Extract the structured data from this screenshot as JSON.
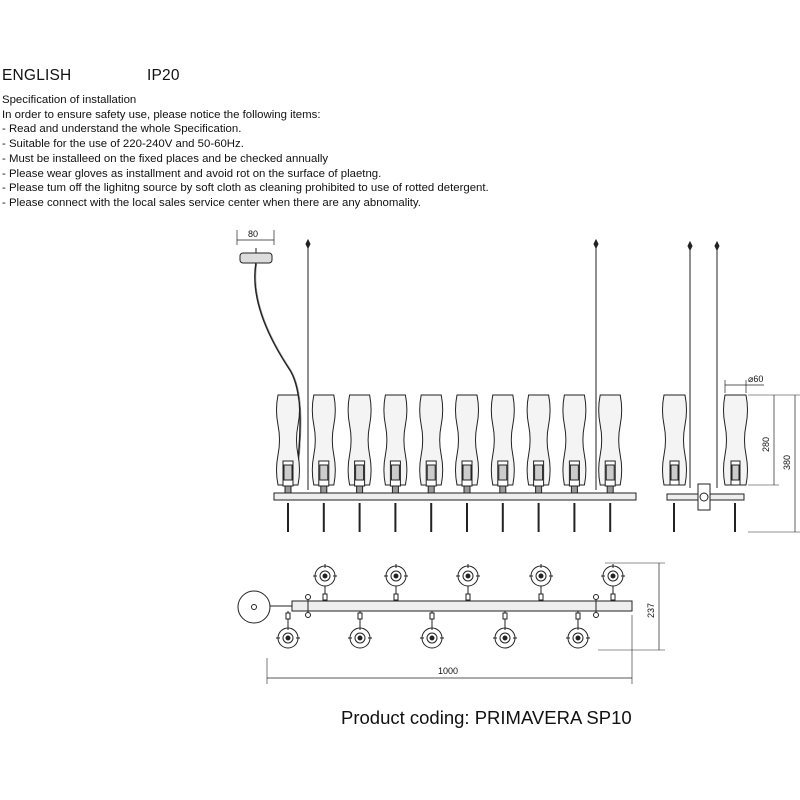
{
  "header": {
    "language": "ENGLISH",
    "ip_rating": "IP20"
  },
  "spec": {
    "title": "Specification of installation",
    "intro": "In order to ensure safety use, please notice the following items:",
    "items": [
      "- Read and understand the whole Specification.",
      "- Suitable for the use of 220-240V and 50-60Hz.",
      "- Must be installeed on the fixed places and be checked annually",
      "- Please wear gloves as installment and avoid rot on the surface of plaetng.",
      "- Please tum off the lighitng source by soft cloth as cleaning prohibited to use of rotted detergent.",
      "- Please connect with the local sales service center when there are any abnomality."
    ]
  },
  "dimensions": {
    "canopy_width": "80",
    "shade_diameter": "⌀60",
    "shade_height": "280",
    "overall_height": "380",
    "depth": "237",
    "length": "1000"
  },
  "product": {
    "coding": "Product coding: PRIMAVERA SP10"
  }
}
